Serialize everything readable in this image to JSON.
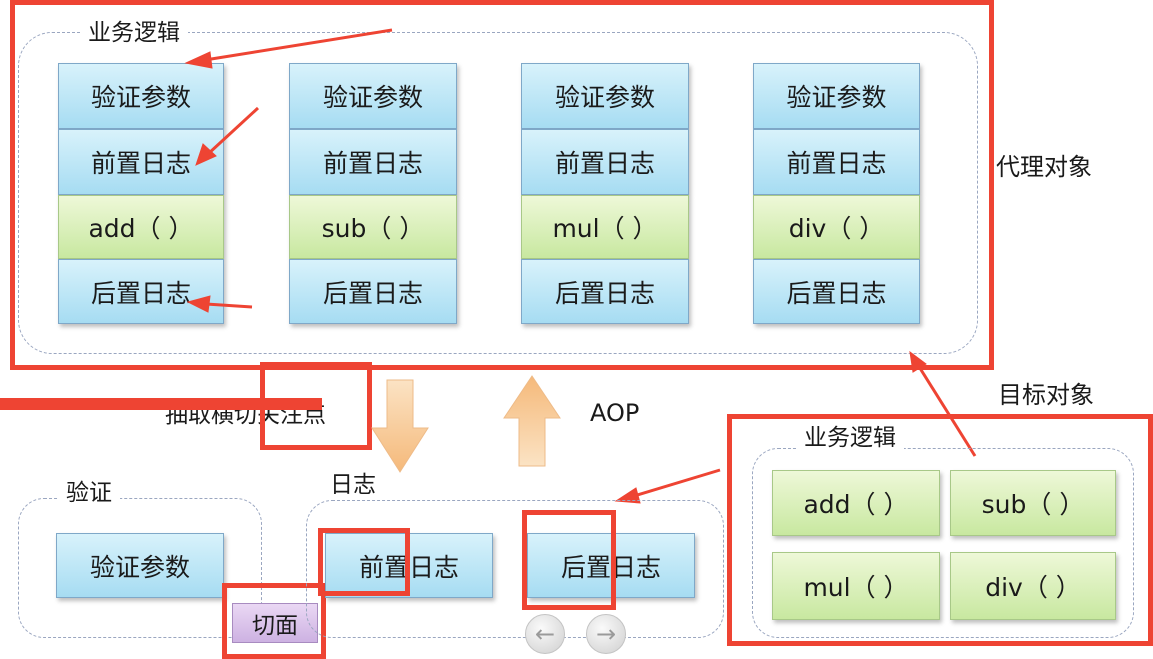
{
  "proxy": {
    "group_label": "业务逻辑",
    "side_label": "代理对象",
    "columns": [
      {
        "rows": [
          "验证参数",
          "前置日志",
          "add（ ）",
          "后置日志"
        ]
      },
      {
        "rows": [
          "验证参数",
          "前置日志",
          "sub（ ）",
          "后置日志"
        ]
      },
      {
        "rows": [
          "验证参数",
          "前置日志",
          "mul（ ）",
          "后置日志"
        ]
      },
      {
        "rows": [
          "验证参数",
          "前置日志",
          "div（ ）",
          "后置日志"
        ]
      }
    ]
  },
  "middle": {
    "extract_label": "抽取横切关注点",
    "aop_label": "AOP"
  },
  "validation": {
    "group_label": "验证",
    "item": "验证参数"
  },
  "logging": {
    "group_label": "日志",
    "items": [
      "前置日志",
      "后置日志"
    ]
  },
  "aspect_tag": "切面",
  "target": {
    "side_label": "目标对象",
    "group_label": "业务逻辑",
    "items": [
      "add（ ）",
      "sub（ ）",
      "mul（ ）",
      "div（ ）"
    ]
  },
  "nav": {
    "prev_icon": "←",
    "next_icon": "→"
  },
  "colors": {
    "annotation_red": "#ee4433",
    "cell_blue": "#a6dcf2",
    "cell_green": "#c8e8a0",
    "arrow_orange": "#f5c48a"
  }
}
